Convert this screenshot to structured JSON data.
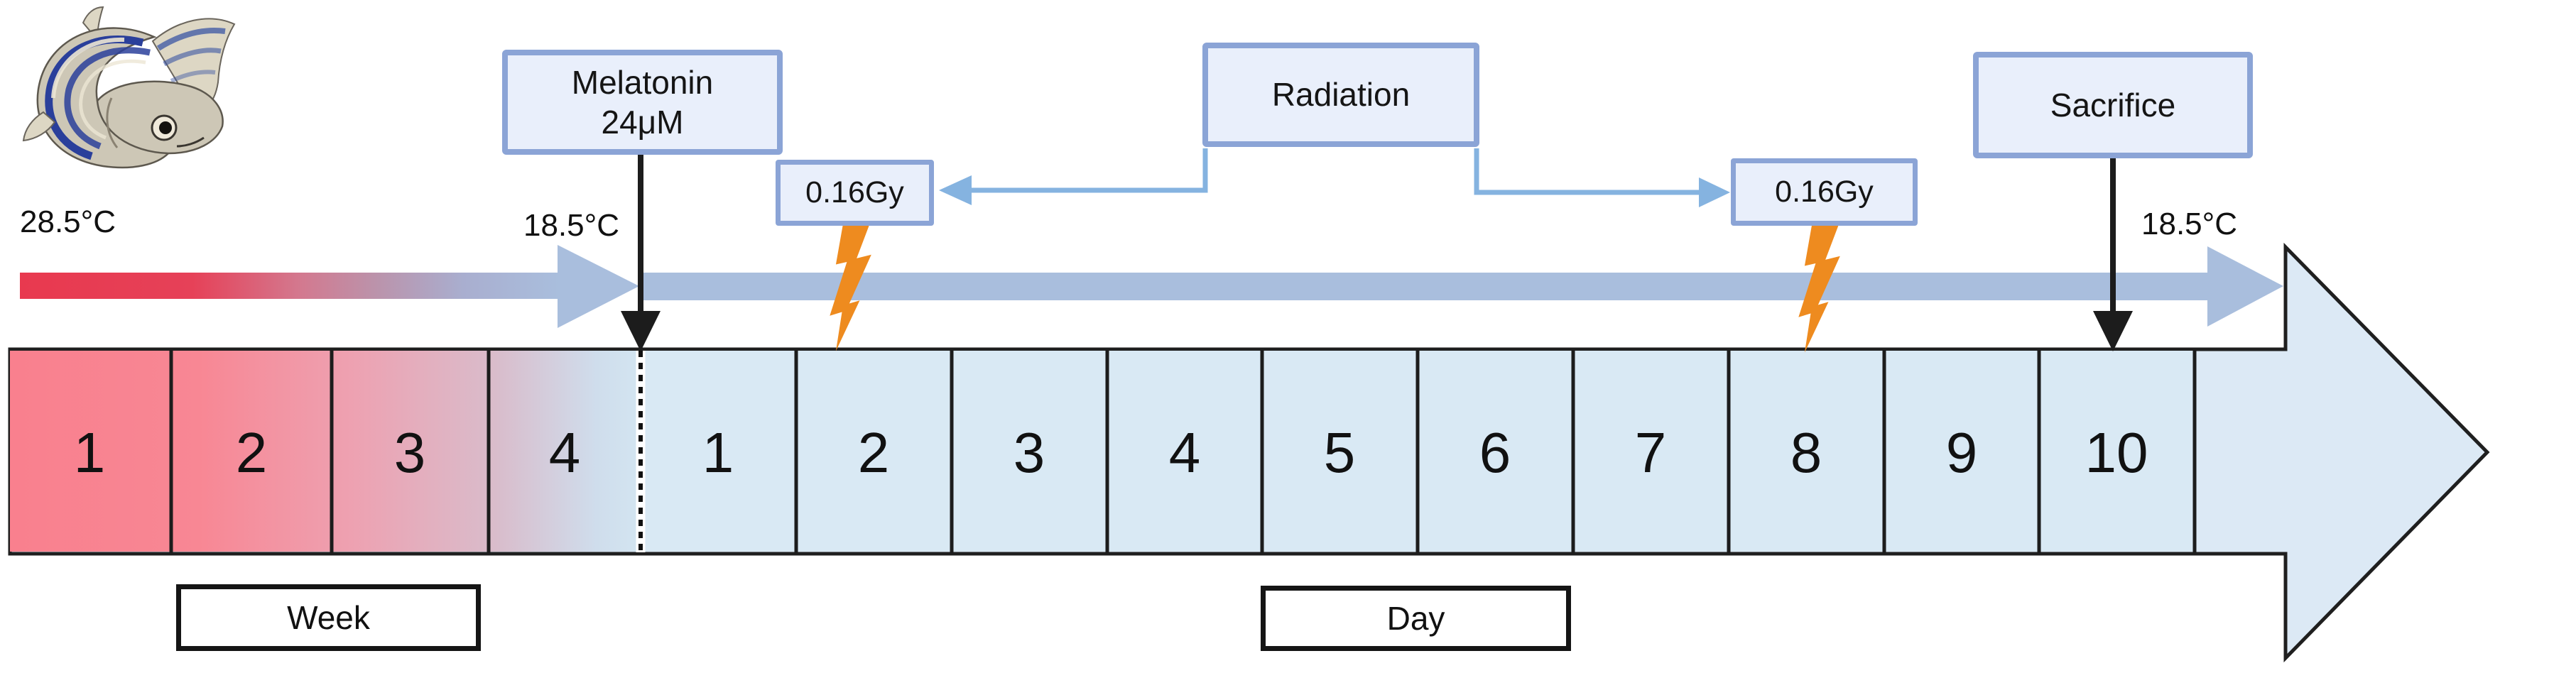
{
  "labels": {
    "temp_start": "28.5°C",
    "temp_change": "18.5°C",
    "temp_end": "18.5°C"
  },
  "boxes": {
    "melatonin": [
      "Melatonin",
      "24μM"
    ],
    "dose_left": "0.16Gy",
    "radiation": "Radiation",
    "dose_right": "0.16Gy",
    "sacrifice": "Sacrifice"
  },
  "scale_bar": {
    "week_label": "Week",
    "day_label": "Day",
    "week_cells": [
      "1",
      "2",
      "3",
      "4"
    ],
    "day_cells": [
      "1",
      "2",
      "3",
      "4",
      "5",
      "6",
      "7",
      "8",
      "9",
      "10"
    ]
  },
  "colors": {
    "hot_red": "#e8394f",
    "week_pink": "#f9818f",
    "periwinkle": "#a9bedd",
    "light_blue_fill": "#dce9f5",
    "day_cell_fill": "#d9e9f4",
    "box_fill": "#e9effb",
    "box_border": "#8ba4d6",
    "connector_blue": "#85b3e0",
    "bolt_orange": "#ee8b1f",
    "arrow_black": "#1c1c1c"
  }
}
